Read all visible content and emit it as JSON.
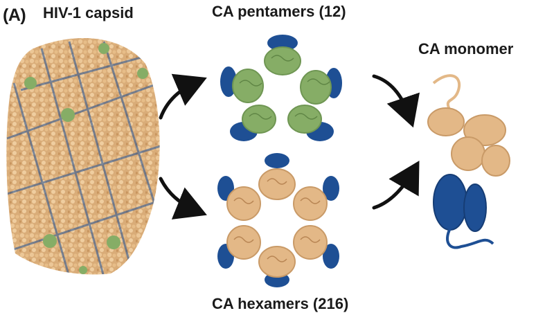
{
  "panel_label": "(A)",
  "capsid": {
    "title": "HIV-1 capsid"
  },
  "pentamers": {
    "title": "CA pentamers (12)"
  },
  "hexamers": {
    "title": "CA hexamers (216)"
  },
  "monomer": {
    "title": "CA monomer"
  },
  "colors": {
    "ntd_tan": "#e3b887",
    "ctd_blue": "#1e4f94",
    "pentamer_green": "#86ad66",
    "arrow": "#111111"
  }
}
